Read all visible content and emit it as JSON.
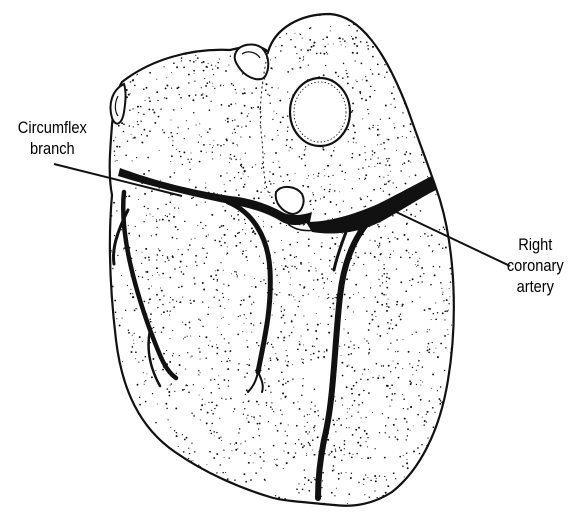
{
  "labels": {
    "circumflex": [
      "Circumflex",
      "branch"
    ],
    "right_coronary": [
      "Right",
      "coronary",
      "artery"
    ]
  },
  "colors": {
    "ink": "#111111",
    "paper": "#ffffff"
  }
}
